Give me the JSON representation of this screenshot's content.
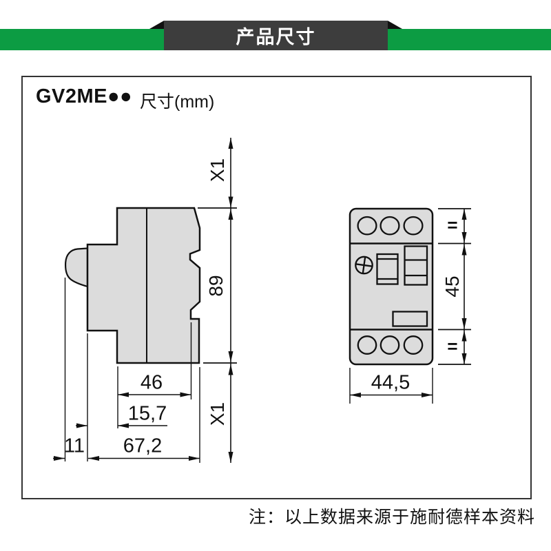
{
  "header": {
    "title": "产品尺寸"
  },
  "panel": {
    "model": "GV2ME●●",
    "unit_label": "尺寸(mm)"
  },
  "side_view": {
    "labels": {
      "x1_top": "X1",
      "height": "89",
      "x1_bottom": "X1",
      "w46": "46",
      "w157": "15,7",
      "w11": "11",
      "w672": "67,2"
    }
  },
  "front_view": {
    "labels": {
      "eq_top": "=",
      "h45": "45",
      "eq_bottom": "=",
      "w445": "44,5"
    }
  },
  "note": "注：以上数据来源于施耐德样本资料",
  "colors": {
    "brand_green": "#0c9c43",
    "banner_gray": "#3d3d3d",
    "body_fill": "#dcdcdc",
    "line": "#111111"
  }
}
